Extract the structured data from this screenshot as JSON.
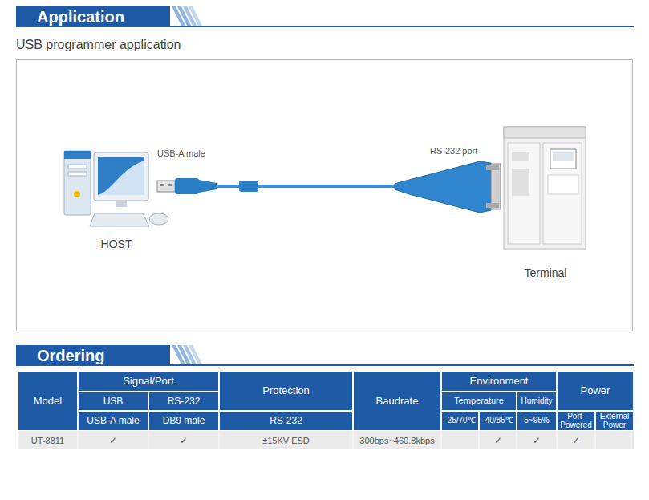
{
  "diagram": {
    "title": "Application",
    "nodes": [
      {
        "text": [
          "HOST"
        ]
      },
      {
        "text": [
          "Terminal"
        ]
      }
    ],
    "edges": [
      {
        "from": 0,
        "to": 1,
        "arrow": "none"
      }
    ],
    "labels": [
      "USB programmer application",
      "USB-A male",
      "RS-232 port",
      "Ordering",
      "Model",
      "Signal/Port",
      "USB",
      "RS-232",
      "USB-A male",
      "DB9 male",
      "Protection",
      "RS-232",
      "Baudrate",
      "Environment",
      "Temperature",
      "Humidity",
      "-25/70℃",
      "-40/85℃",
      "5~95%",
      "Power",
      "Port-Powered",
      "External Power",
      "UT-8811",
      "✓",
      "✓",
      "±15KV ESD",
      "300bps~460.8kbps",
      "✓",
      "✓",
      "✓"
    ]
  }
}
